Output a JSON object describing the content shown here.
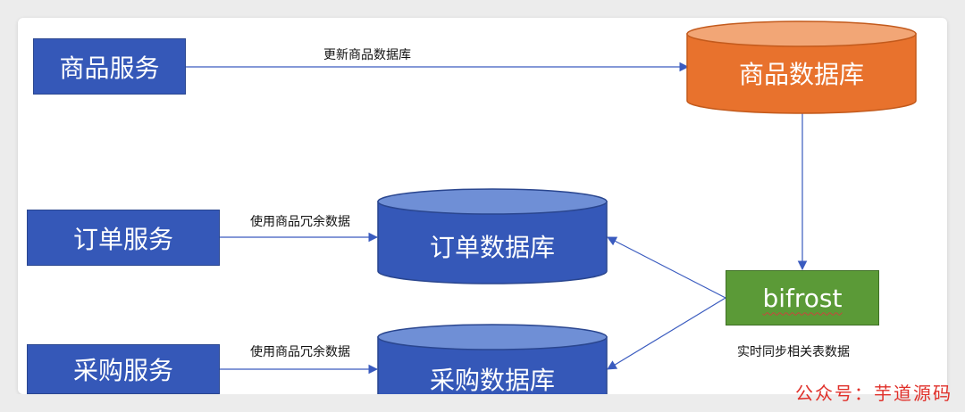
{
  "services": {
    "product": "商品服务",
    "order": "订单服务",
    "purchase": "采购服务"
  },
  "databases": {
    "product": "商品数据库",
    "order": "订单数据库",
    "purchase": "采购数据库"
  },
  "bifrost": "bifrost",
  "edges": {
    "update_product_db": "更新商品数据库",
    "order_uses_redundant": "使用商品冗余数据",
    "purchase_uses_redundant": "使用商品冗余数据",
    "sync_tables": "实时同步相关表数据"
  },
  "watermark": "公众号：芋道源码",
  "colors": {
    "service_blue": "#3558b8",
    "product_db_orange": "#e8722d",
    "bifrost_green": "#5b9a37",
    "watermark_red": "#e0302a"
  }
}
